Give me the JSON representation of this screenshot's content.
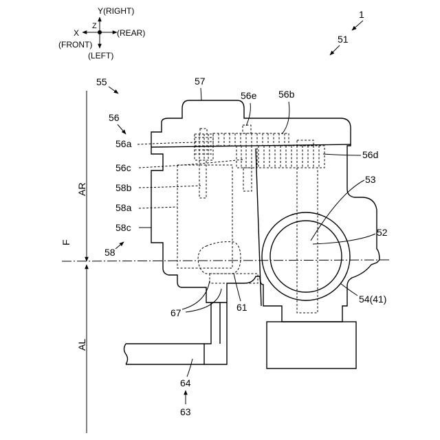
{
  "axes": {
    "y_label": "Y(RIGHT)",
    "z_label": "Z",
    "x_label": "X",
    "rear_label": "(REAR)",
    "front_label": "(FRONT)",
    "left_label": "(LEFT)"
  },
  "labels": {
    "l1": "1",
    "l51": "51",
    "l55": "55",
    "l57": "57",
    "l56e": "56e",
    "l56b": "56b",
    "l56": "56",
    "l56a": "56a",
    "l56c": "56c",
    "l56d": "56d",
    "l58b": "58b",
    "l58a": "58a",
    "l58c": "58c",
    "l58": "58",
    "l53": "53",
    "l52": "52",
    "lF": "F",
    "lAR": "AR",
    "lAL": "AL",
    "l54": "54(41)",
    "l67": "67",
    "l61": "61",
    "l64": "64",
    "l63": "63"
  }
}
